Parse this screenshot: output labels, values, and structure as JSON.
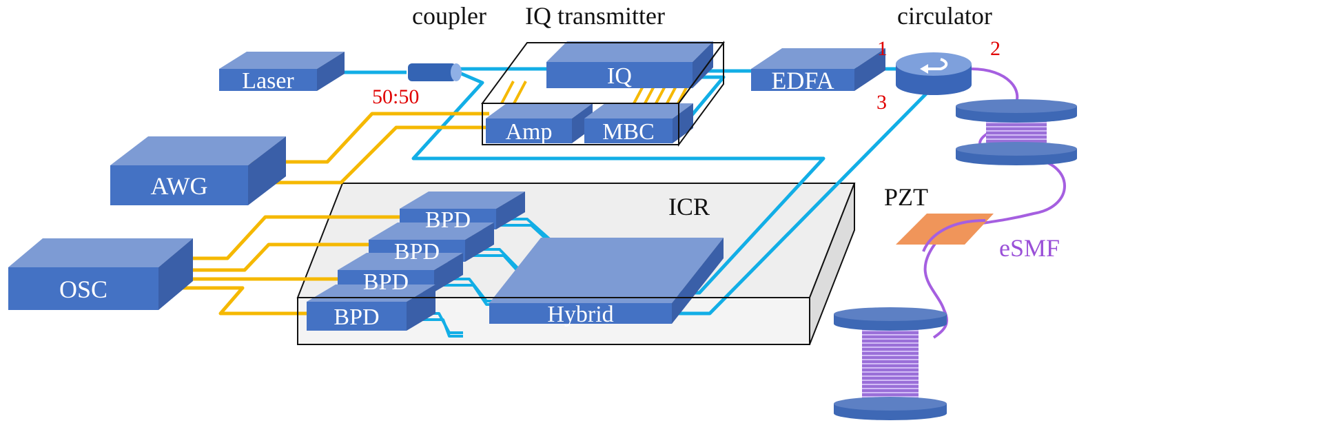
{
  "labels": {
    "coupler": "coupler",
    "iq_transmitter": "IQ transmitter",
    "circulator": "circulator",
    "split_ratio": "50:50",
    "port1": "1",
    "port2": "2",
    "port3": "3",
    "icr": "ICR",
    "pzt": "PZT",
    "esmf": "eSMF"
  },
  "components": {
    "laser": "Laser",
    "iq": "IQ",
    "amp": "Amp",
    "mbc": "MBC",
    "edfa": "EDFA",
    "awg": "AWG",
    "osc": "OSC",
    "bpd1": "BPD",
    "bpd2": "BPD",
    "bpd3": "BPD",
    "bpd4": "BPD",
    "hybrid": "Hybrid"
  },
  "colors": {
    "fiber": "#12aee6",
    "cable": "#f5b800",
    "esmf_fiber": "#a55fe0",
    "box_front": "#4472c4",
    "box_top": "#7d9bd4",
    "box_side": "#3a5fa8",
    "pzt": "#f0955a",
    "label_red": "#e00000"
  }
}
